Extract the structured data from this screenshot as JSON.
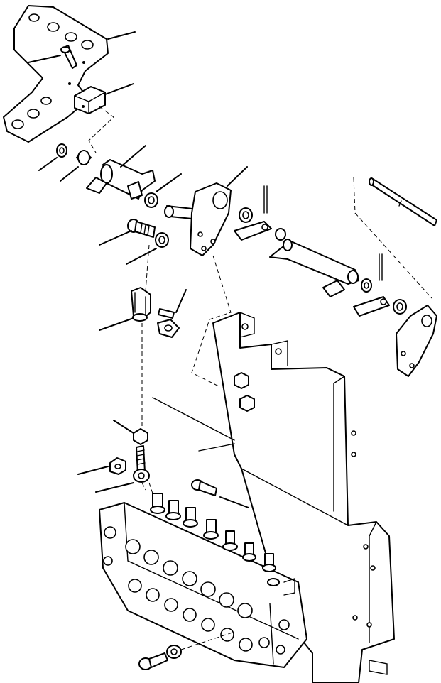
{
  "diagram": {
    "parts": [
      {
        "id": "foot-pedal-plate",
        "icon": "pedal-plate-icon"
      },
      {
        "id": "pedal-screw",
        "icon": "screw-icon"
      },
      {
        "id": "pedal-bracket",
        "icon": "bracket-icon"
      },
      {
        "id": "pivot-lever",
        "icon": "lever-icon"
      },
      {
        "id": "bushing",
        "icon": "bushing-icon"
      },
      {
        "id": "rod-arm-plate",
        "icon": "arm-plate-icon"
      },
      {
        "id": "clevis-yoke",
        "icon": "clevis-icon"
      },
      {
        "id": "control-valve",
        "icon": "valve-icon"
      },
      {
        "id": "mounting-frame",
        "icon": "frame-icon"
      },
      {
        "id": "linkage-rod",
        "icon": "rod-icon"
      },
      {
        "id": "cotter-pin",
        "icon": "pin-icon"
      }
    ],
    "leader_count": 16
  }
}
